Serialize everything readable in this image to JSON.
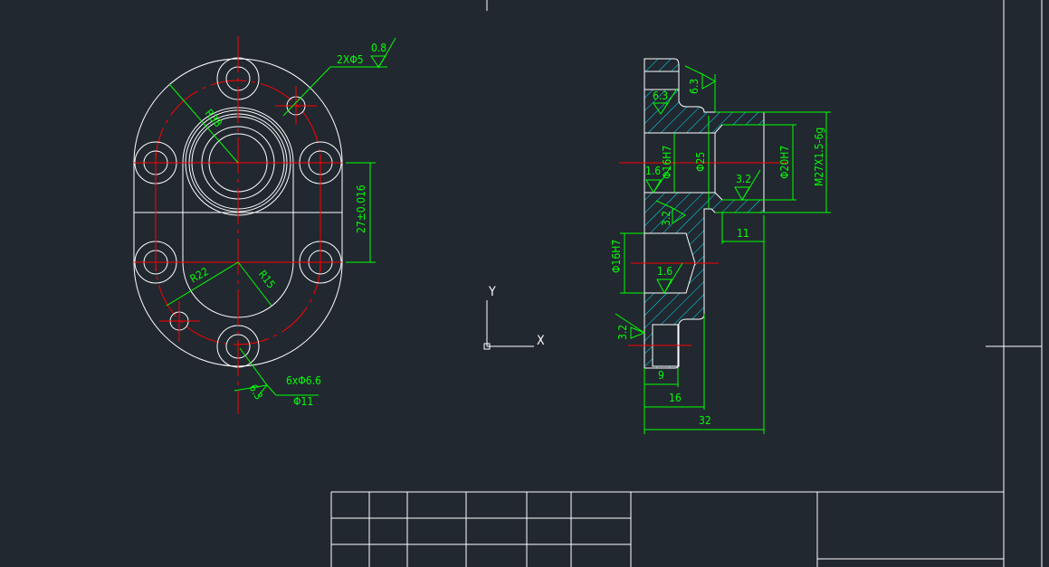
{
  "colors": {
    "background": "#212830",
    "outline": "#ffffff",
    "centerline": "#ff0000",
    "dimension": "#00ff00",
    "hatch": "#00e5ff"
  },
  "ucs": {
    "y_label": "Y",
    "x_label": "X"
  },
  "front_view": {
    "holes_note": "2XΦ5",
    "roughness_top": "0.8",
    "radius_outer": "R38",
    "center_distance": "27±0.016",
    "radius_inner": "R22",
    "radius_small": "R15",
    "bolt_holes": "6xΦ6.6",
    "counterbore": "Φ11",
    "roughness_bottom": "6.3"
  },
  "section_view": {
    "roughness_a": "6.3",
    "roughness_b": "6.3",
    "bore_left": "Φ16H7",
    "roughness_c": "1.6",
    "bore_mid": "Φ25",
    "bore_right": "Φ20H7",
    "thread": "M27X1.5-6g",
    "roughness_d": "3.2",
    "roughness_e": "3.2",
    "len_11": "11",
    "bore_lower": "Φ16H7",
    "roughness_f": "1.6",
    "roughness_g": "3.2",
    "len_9": "9",
    "len_16": "16",
    "len_32": "32"
  }
}
